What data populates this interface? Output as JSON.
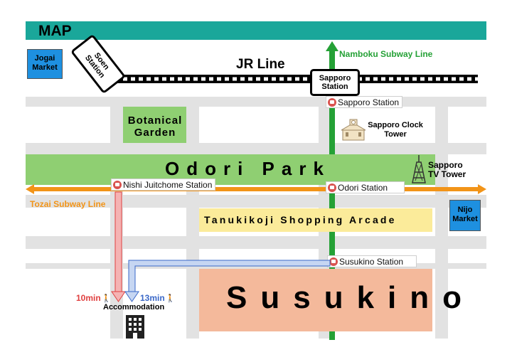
{
  "header": {
    "title": "MAP",
    "bar_color": "#1aa79a"
  },
  "jr_line": {
    "label": "JR Line"
  },
  "stations": {
    "soen": "Soen Station",
    "sapporo_jr": "Sapporo Station",
    "sapporo_subway": "Sapporo Station",
    "odori": "Odori Station",
    "nishi": "Nishi Juitchome Station",
    "susukino": "Susukino Station"
  },
  "lines": {
    "namboku": {
      "label": "Namboku Subway Line",
      "color": "#25a136"
    },
    "tozai": {
      "label": "Tozai Subway Line",
      "color": "#f29418"
    }
  },
  "places": {
    "jogai": "Jogai Market",
    "botanical": "Botanical Garden",
    "clock_tower": "Sapporo Clock Tower",
    "odori_park": "Odori Park",
    "tv_tower": "Sapporo TV Tower",
    "tanukikoji": "Tanukikoji Shopping Arcade",
    "nijo": "Nijo Market",
    "susukino": "Susukino",
    "accommodation": "Accommodation"
  },
  "routes": {
    "red": {
      "time": "10min",
      "color": "#e04040"
    },
    "blue": {
      "time": "13min",
      "color": "#3a68c8"
    }
  },
  "icons": [
    "metro-icon",
    "clock-tower-icon",
    "tv-tower-icon",
    "building-icon",
    "walking-person-icon"
  ]
}
